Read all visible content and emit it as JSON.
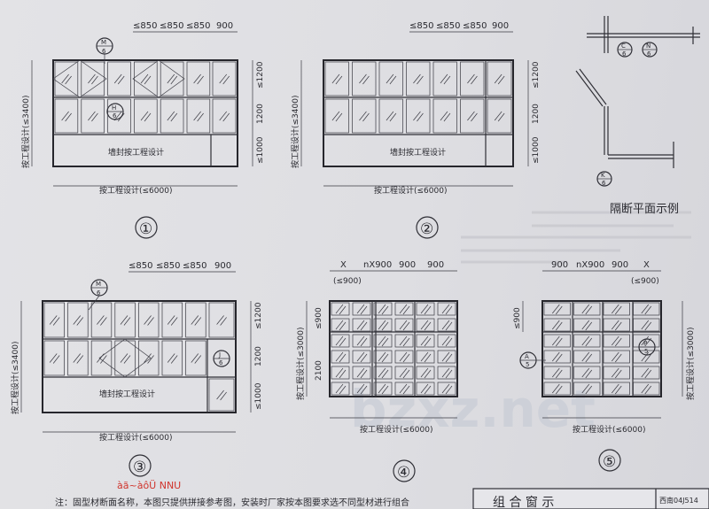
{
  "watermark": "bzxz.net",
  "bottom_note": "注：固型材断面名称，本图只提供拼接参考图，安装时厂家按本图要求选不同型材进行组合",
  "corrupted_label": "àã~àôÜ NNU",
  "title_block": {
    "title": "组 合 窗 示",
    "code": "西南04J514"
  },
  "plan_caption": "隔断平面示例",
  "diagrams": [
    {
      "number": "①",
      "top_dims": [
        "≤850",
        "≤850",
        "≤850",
        "900"
      ],
      "height_label": "按工程设计(≤3400)",
      "right_dims": [
        "≤1200",
        "1200",
        "≤1000"
      ],
      "bottom_label": "按工程设计(≤6000)",
      "inner_label": "墙封按工程设计",
      "callouts": [
        {
          "top": "M",
          "bottom": "6"
        },
        {
          "top": "H",
          "bottom": "6"
        }
      ]
    },
    {
      "number": "②",
      "top_dims": [
        "≤850",
        "≤850",
        "≤850",
        "900"
      ],
      "height_label": "按工程设计(≤3400)",
      "right_dims": [
        "≤1200",
        "1200",
        "≤1000"
      ],
      "bottom_label": "按工程设计(≤6000)",
      "inner_label": "墙封按工程设计"
    },
    {
      "number": "③",
      "top_dims": [
        "≤850",
        "≤850",
        "≤850",
        "900"
      ],
      "height_label": "按工程设计(≤3400)",
      "right_dims": [
        "≤1200",
        "1200",
        "≤1000"
      ],
      "bottom_label": "按工程设计(≤6000)",
      "inner_label": "墙封按工程设计",
      "callouts": [
        {
          "top": "M",
          "bottom": "6"
        },
        {
          "top": "J",
          "bottom": "6"
        }
      ]
    },
    {
      "number": "④",
      "top_dims": [
        "X",
        "nX900",
        "900",
        "900"
      ],
      "sub_dim": "(≤900)",
      "height_label": "按工程设计(≤3000)",
      "left_dims": [
        "≤900",
        "2100"
      ],
      "bottom_label": "按工程设计(≤6000)"
    },
    {
      "number": "⑤",
      "top_dims": [
        "900",
        "nX900",
        "900",
        "X"
      ],
      "sub_dim": "(≤900)",
      "height_label": "按工程设计(≤3000)",
      "left_dims": [
        "≤900"
      ],
      "bottom_label": "按工程设计(≤6000)",
      "callouts": [
        {
          "top": "A",
          "bottom": "5"
        },
        {
          "top": "P",
          "bottom": "5"
        }
      ]
    }
  ],
  "plan_callouts": [
    {
      "top": "C",
      "bottom": "6"
    },
    {
      "top": "N",
      "bottom": "6"
    },
    {
      "top": "K",
      "bottom": "6"
    }
  ],
  "colors": {
    "ink": "#2f2f36",
    "paper": "#e0e0e4",
    "watermark": "#c9cdd6",
    "stamp": "#d0342c"
  }
}
